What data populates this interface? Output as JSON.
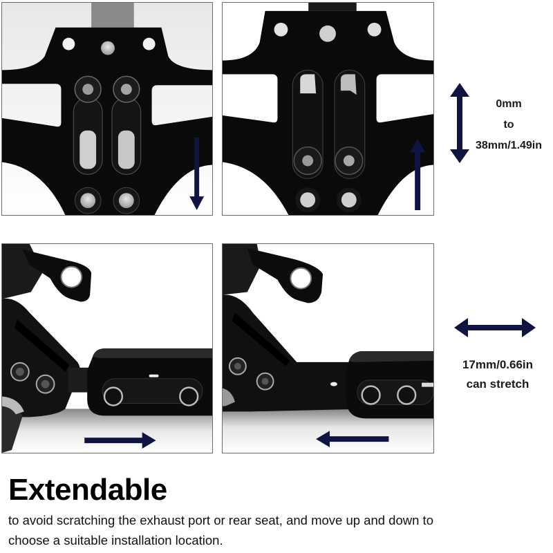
{
  "panels": [
    {
      "id": "top-left",
      "subject": "license plate bracket plate, slots with bolts at top",
      "arrow": "down"
    },
    {
      "id": "top-right",
      "subject": "license plate bracket plate, bolts moved to bottom of slots",
      "arrow": "up"
    },
    {
      "id": "bottom-left",
      "subject": "bracket arm side view, extended",
      "arrow": "right"
    },
    {
      "id": "bottom-right",
      "subject": "bracket arm side view, retracted",
      "arrow": "left"
    }
  ],
  "vertical_adjustment": {
    "line1": "0mm",
    "line2": "to",
    "line3": "38mm/1.49in",
    "icon": "double-arrow-vertical-icon"
  },
  "horizontal_adjustment": {
    "line1": "17mm/0.66in",
    "line2": "can stretch",
    "icon": "double-arrow-horizontal-icon"
  },
  "headline": "Extendable",
  "description": "to avoid scratching the exhaust port or rear seat, and move up and down to choose a suitable installation location.",
  "colors": {
    "arrow": "#0f1440",
    "bracket": "#0a0a0a",
    "frame": "#6a6a6a",
    "text": "#111111"
  }
}
